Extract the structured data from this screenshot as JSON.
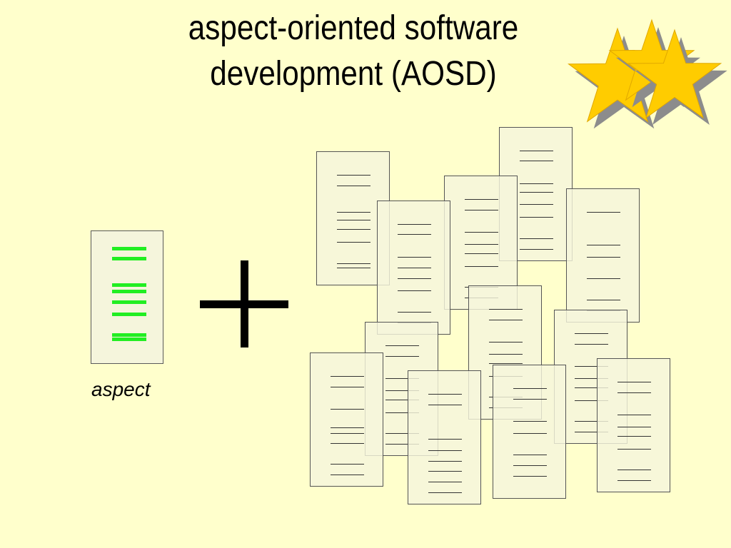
{
  "slide": {
    "title_line1": "aspect-oriented software",
    "title_line2": "development (AOSD)",
    "aspect_label": "aspect"
  },
  "icons": {
    "decoration": "star-icon",
    "operator": "plus-icon",
    "document": "document-icon"
  },
  "colors": {
    "background": "#FFFFCC",
    "star_fill": "#FFCC00",
    "star_shadow": "#8C8C8C",
    "aspect_lines": "#22EE22",
    "document_fill": "#F5F5DC"
  }
}
